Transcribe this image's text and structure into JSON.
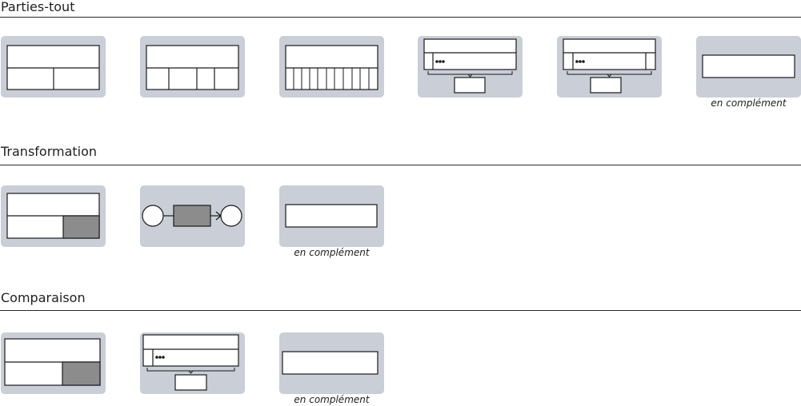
{
  "sections": [
    {
      "title": "Parties-tout",
      "caption": "en complément"
    },
    {
      "title": "Transformation",
      "caption": "en complément"
    },
    {
      "title": "Comparaison",
      "caption": "en complément"
    }
  ],
  "colors": {
    "card_bg": "#c9ced7",
    "box_fill": "#ffffff",
    "box_stroke": "#1a1a1a",
    "shaded_fill": "#8c8c8c"
  },
  "icons": [
    "two-part-whole-icon",
    "four-part-whole-icon",
    "many-part-whole-icon",
    "bracketed-part-whole-icon",
    "bracketed-part-whole-sides-icon",
    "single-box-icon",
    "change-shaded-part-icon",
    "state-transition-icon",
    "single-box-icon",
    "compare-shaded-part-icon",
    "bracketed-compare-icon",
    "single-box-icon"
  ]
}
